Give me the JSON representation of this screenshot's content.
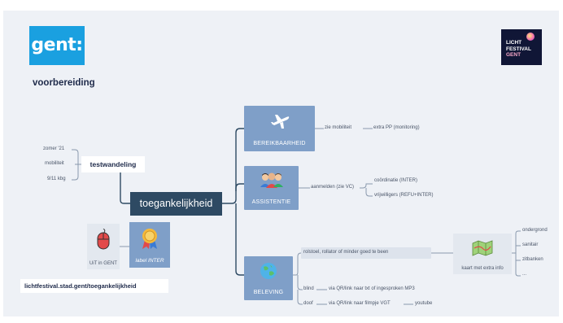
{
  "logo_gent": "gent:",
  "logo_festival": {
    "line1": "LICHT",
    "line2": "FESTIVAL",
    "line3": "GENT"
  },
  "title": "voorbereiding",
  "central": "toegankelijkheid",
  "testwandeling": {
    "label": "testwandeling",
    "items": [
      "zomer '21",
      "mobiliteit",
      "9/11 kbg"
    ]
  },
  "bereikbaarheid": {
    "label": "BEREIKBAARHEID",
    "icon": "airplane-icon",
    "child": "zie mobiliteit",
    "grandchild": "extra PP (monitoring)"
  },
  "assistentie": {
    "label": "ASSISTENTIE",
    "icon": "people-icon",
    "child": "aanmelden (zie VC)",
    "grandchildren": [
      "coördinatie (INTER)",
      "vrijwilligers (REFU+INTER)"
    ]
  },
  "beleving": {
    "label": "BELEVING",
    "icon": "globe-icon",
    "rolstoel": "rolstoel, rollator of minder goed te been",
    "kaart": "kaart met extra info",
    "kaart_items": [
      "ondergrond",
      "sanitair",
      "zitbanken",
      "..."
    ],
    "blind": "blind",
    "blind_detail": "via QR/link naar txt of ingesproken MP3",
    "doof": "doof",
    "doof_detail": "via QR/link naar filmpje VGT",
    "doof_extra": "youtube"
  },
  "uit_in_gent": "UiT in GENT",
  "label_inter": "label INTER",
  "url": "lichtfestival.stad.gent/toegankelijkheid",
  "colors": {
    "background": "#eef1f6",
    "central": "#2e4a63",
    "node": "#7f9fc8",
    "connector": "#2e4a63",
    "gent_blue": "#1aa0e0"
  }
}
